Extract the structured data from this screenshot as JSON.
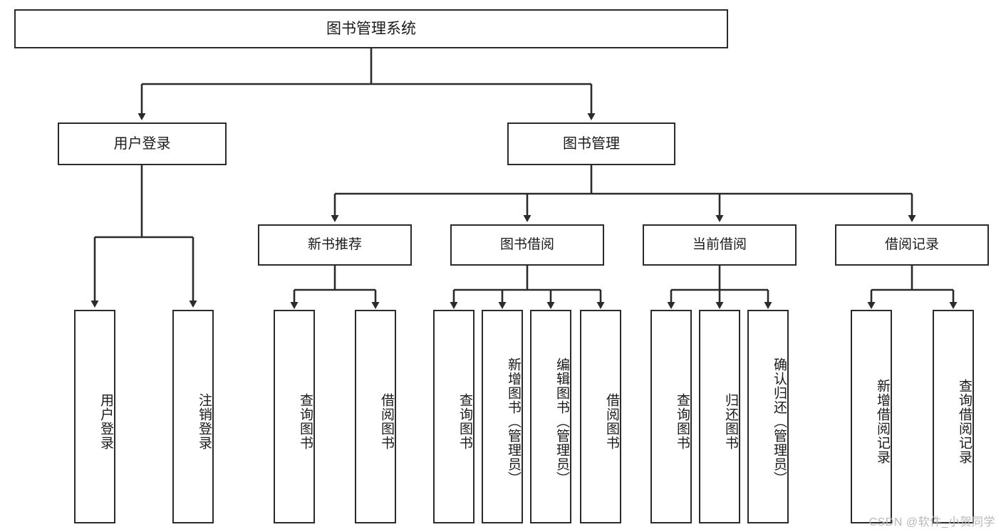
{
  "diagram": {
    "type": "tree",
    "title": "图书管理系统",
    "orientation": "top-down",
    "colors": {
      "box_border": "#2b2b2b",
      "box_fill": "#ffffff",
      "edge": "#2b2b2b",
      "text": "#1a1a1a",
      "watermark": "#b8b8b8",
      "background": "#ffffff"
    }
  },
  "root": {
    "label": "图书管理系统"
  },
  "level2": [
    {
      "label": "用户登录"
    },
    {
      "label": "图书管理"
    }
  ],
  "level3": [
    {
      "label": "新书推荐"
    },
    {
      "label": "图书借阅"
    },
    {
      "label": "当前借阅"
    },
    {
      "label": "借阅记录"
    }
  ],
  "leaves": {
    "user_login": [
      {
        "label": "用户登录"
      },
      {
        "label": "注销登录"
      }
    ],
    "new_book": [
      {
        "label": "查询图书"
      },
      {
        "label": "借阅图书"
      }
    ],
    "book_borrow": [
      {
        "label": "查询图书"
      },
      {
        "label": "新增图书（管理员）"
      },
      {
        "label": "编辑图书（管理员）"
      },
      {
        "label": "借阅图书"
      }
    ],
    "current_borrow": [
      {
        "label": "查询图书"
      },
      {
        "label": "归还图书"
      },
      {
        "label": "确认归还（管理员）"
      }
    ],
    "borrow_record": [
      {
        "label": "新增借阅记录"
      },
      {
        "label": "查询借阅记录"
      }
    ]
  },
  "watermark": {
    "text": "CSDN @软件_小贺同学"
  }
}
